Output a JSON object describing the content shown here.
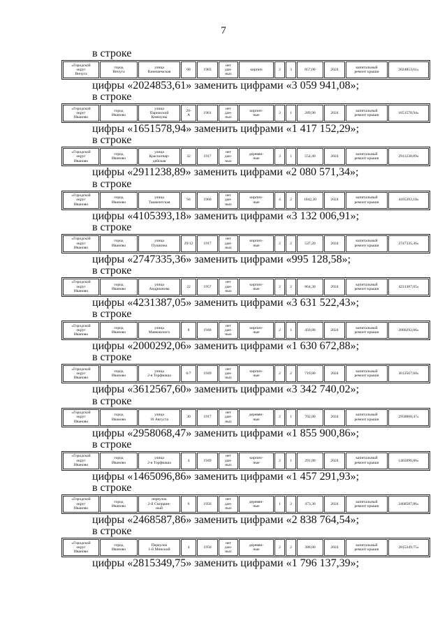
{
  "page_number": "7",
  "in_row_label": "в строке",
  "blocks": [
    {
      "cells": [
        "«Городской\nокруг\nВичуга",
        "город\nВичуга",
        "улица\nКинешемская",
        "68",
        "1983",
        "нет\nдан-\nных",
        "кирпич",
        "2",
        "3",
        "857,00",
        "2024",
        "капитальный\nремонт крыши",
        "2024853,61»"
      ],
      "replace": "цифры «2024853,61» заменить цифрами «3 059 941,08»;"
    },
    {
      "cells": [
        "«Городской\nокруг\nИваново",
        "город\nИваново",
        "улица\nПарижской\nКоммуны",
        "20-\nА",
        "1961",
        "нет\nдан-\nных",
        "кирпич-\nные",
        "2",
        "1",
        "289,90",
        "2024",
        "капитальный\nремонт крыши",
        "1651578,94»"
      ],
      "replace": "цифры «1651578,94» заменить цифрами «1 417 152,29»;"
    },
    {
      "cells": [
        "«Городской\nокруг\nИваново",
        "город\nИваново",
        "улица\nКрасногвар-\nдейская",
        "32",
        "1917",
        "нет\nдан-\nных",
        "деревян-\nные",
        "3",
        "1",
        "554,40",
        "2024",
        "капитальный\nремонт крыши",
        "2911238,89»"
      ],
      "replace": "цифры «2911238,89» заменить цифрами «2 080 571,34»;"
    },
    {
      "cells": [
        "«Городской\nокруг\nИваново",
        "город\nИваново",
        "улица\nТашкентская",
        "94",
        "1960",
        "нет\nдан-\nных",
        "кирпич-\nные",
        "4",
        "2",
        "1042,20",
        "2024",
        "капитальный\nремонт крыши",
        "4105393,18»"
      ],
      "replace": "цифры «4105393,18» заменить цифрами «3 132 006,91»;"
    },
    {
      "cells": [
        "«Городской\nокруг\nИваново",
        "город\nИваново",
        "улица\nПушкина",
        "29/12",
        "1917",
        "нет\nдан-\nных",
        "кирпич-\nные",
        "2",
        "2",
        "527,20",
        "2024",
        "капитальный\nремонт крыши",
        "2747335,36»"
      ],
      "replace": "цифры «2747335,36» заменить цифрами «995 128,58»;"
    },
    {
      "cells": [
        "«Городской\nокруг\nИваново",
        "город\nИваново",
        "улица\nАндрианова",
        "22",
        "1957",
        "нет\nдан-\nных",
        "кирпич-\nные",
        "2",
        "2",
        "864,30",
        "2024",
        "капитальный\nремонт крыши",
        "4231387,05»"
      ],
      "replace": "цифры «4231387,05» заменить цифрами «3 631 522,43»;"
    },
    {
      "cells": [
        "«Городской\nокруг\nИваново",
        "город\nИваново",
        "улица\nМаяковского",
        "8",
        "1940",
        "нет\nдан-\nных",
        "кирпич-\nные",
        "2",
        "1",
        "450,80",
        "2024",
        "капитальный\nремонт крыши",
        "2000292,06»"
      ],
      "replace": "цифры «2000292,06» заменить цифрами «1 630 672,88»;"
    },
    {
      "cells": [
        "«Городской\nокруг\nИваново",
        "город\nИваново",
        "улица\n2-я Торфмаша",
        "6/7",
        "1949",
        "нет\nдан-\nных",
        "кирпич-\nные",
        "2",
        "2",
        "719,80",
        "2024",
        "капитальный\nремонт крыши",
        "3612567,60»"
      ],
      "replace": "цифры «3612567,60» заменить цифрами «3 342 740,02»;"
    },
    {
      "cells": [
        "«Городской\nокруг\nИваново",
        "город\nИваново",
        "улица\n10 Августа",
        "30",
        "1917",
        "нет\nдан-\nных",
        "деревян-\nные",
        "2",
        "1",
        "702,80",
        "2024",
        "капитальный\nремонт крыши",
        "2958068,47»"
      ],
      "replace": "цифры «2958068,47» заменить цифрами «1 855 900,86»;"
    },
    {
      "cells": [
        "«Городской\nокруг\nИваново",
        "город\nИваново",
        "улица\n2-я Торфмаша",
        "4",
        "1949",
        "нет\nдан-\nных",
        "кирпич-\nные",
        "2",
        "1",
        "291,80",
        "2024",
        "капитальный\nремонт крыши",
        "1465096,86»"
      ],
      "replace": "цифры «1465096,86» заменить цифрами «1 457 291,93»;"
    },
    {
      "cells": [
        "«Городской\nокруг\nИваново",
        "город\nИваново",
        "переулок\n2-й Сморрин-\nный",
        "6",
        "1956",
        "нет\nдан-\nных",
        "деревян-\nные",
        "1",
        "2",
        "473,30",
        "2024",
        "капитальный\nремонт крыши",
        "2468587,86»"
      ],
      "replace": "цифры «2468587,86» заменить цифрами «2 838 764,54»;"
    },
    {
      "cells": [
        "«Городской\nокруг\nИваново",
        "город\nИваново",
        "Переулок\n1-й Минский",
        "4",
        "1950",
        "нет\nдан-\nных",
        "деревян-\nные",
        "2",
        "2",
        "388,80",
        "2024",
        "капитальный\nремонт крыши",
        "2815349,75»"
      ],
      "replace": "цифры «2815349,75» заменить цифрами «1 796 137,39»;"
    }
  ]
}
